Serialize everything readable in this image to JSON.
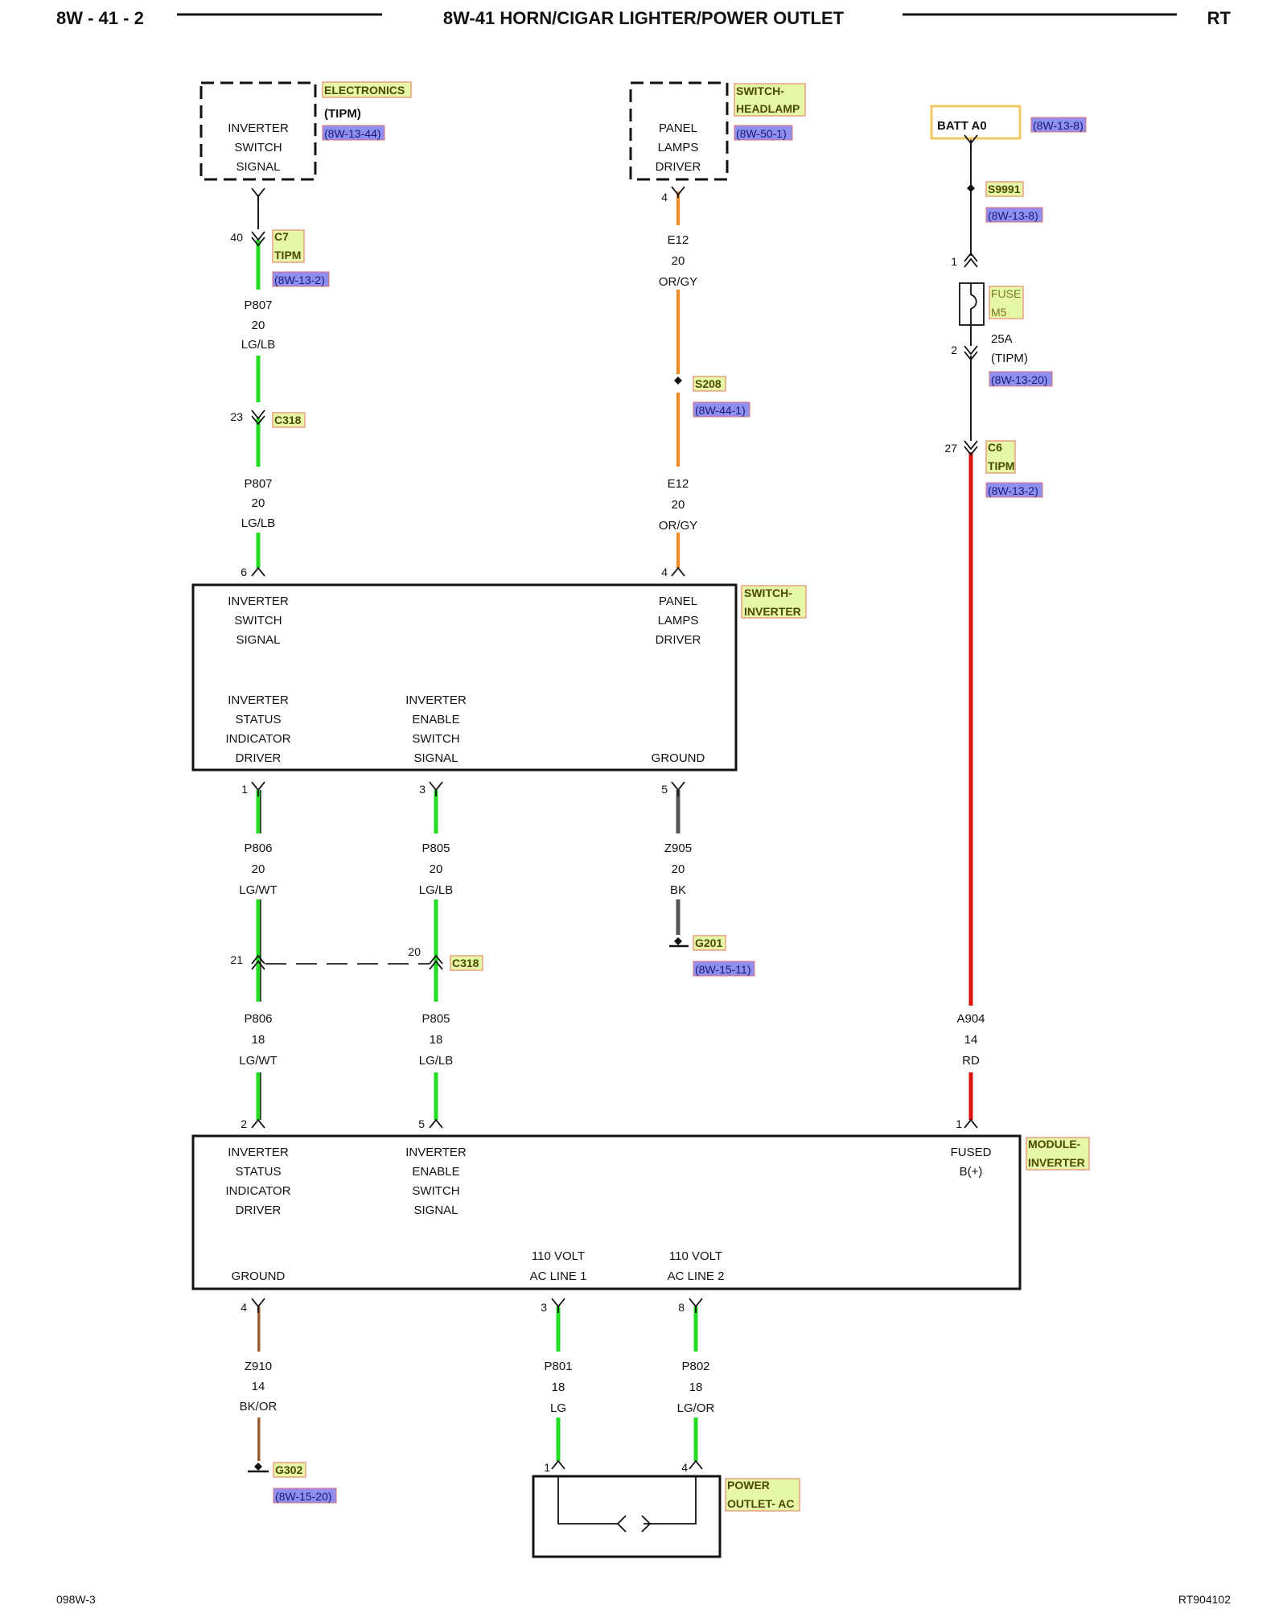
{
  "header": {
    "page_code": "8W - 41 - 2",
    "title": "8W-41 HORN/CIGAR LIGHTER/POWER OUTLET",
    "side": "RT"
  },
  "footer": {
    "left": "098W-3",
    "right": "RT904102"
  },
  "colors": {
    "lg_wire": "#22dd22",
    "or_wire": "#f08a24",
    "rd_wire": "#e01010",
    "bk_wire": "#555555",
    "tag_fill": "#e6f7a8",
    "tag_border": "#e8a080",
    "ref_fill": "#8f8ff0",
    "batt_border": "#f0c860"
  },
  "components": {
    "electronics": {
      "tag": "ELECTRONICS",
      "sub": "(TIPM)",
      "ref": "(8W-13-44)",
      "lines": [
        "INVERTER",
        "SWITCH",
        "SIGNAL"
      ]
    },
    "switch_headlamp": {
      "tag_lines": [
        "SWITCH-",
        "HEADLAMP"
      ],
      "ref": "(8W-50-1)",
      "lines": [
        "PANEL",
        "LAMPS",
        "DRIVER"
      ]
    },
    "batt": {
      "label": "BATT A0",
      "ref": "(8W-13-8)"
    },
    "switch_inverter": {
      "tag_lines": [
        "SWITCH-",
        "INVERTER"
      ],
      "top_left": [
        "INVERTER",
        "SWITCH",
        "SIGNAL"
      ],
      "top_right": [
        "PANEL",
        "LAMPS",
        "DRIVER"
      ],
      "bot_left": [
        "INVERTER",
        "STATUS",
        "INDICATOR",
        "DRIVER"
      ],
      "bot_mid": [
        "INVERTER",
        "ENABLE",
        "SWITCH",
        "SIGNAL"
      ],
      "bot_right": "GROUND"
    },
    "module_inverter": {
      "tag_lines": [
        "MODULE-",
        "INVERTER"
      ],
      "left": [
        "INVERTER",
        "STATUS",
        "INDICATOR",
        "DRIVER"
      ],
      "mid": [
        "INVERTER",
        "ENABLE",
        "SWITCH",
        "SIGNAL"
      ],
      "right": [
        "FUSED",
        "B(+)"
      ],
      "ground": "GROUND",
      "ac1": [
        "110 VOLT",
        "AC LINE 1"
      ],
      "ac2": [
        "110 VOLT",
        "AC LINE 2"
      ]
    },
    "power_outlet": {
      "tag_lines": [
        "POWER",
        "OUTLET- AC"
      ]
    }
  },
  "connectors": {
    "c7": {
      "lines": [
        "C7",
        "TIPM"
      ],
      "ref": "(8W-13-2)",
      "pin": "40"
    },
    "c318_top": {
      "tag": "C318",
      "pin": "23"
    },
    "c318_mid": {
      "tag": "C318",
      "pin_left": "21",
      "pin_right": "20"
    },
    "c6": {
      "lines": [
        "C6",
        "TIPM"
      ],
      "ref": "(8W-13-2)",
      "pin": "27"
    },
    "s208": {
      "tag": "S208",
      "ref": "(8W-44-1)"
    },
    "s9991": {
      "tag": "S9991",
      "ref": "(8W-13-8)"
    },
    "fuse": {
      "lines": [
        "FUSE",
        "M5"
      ],
      "rating": "25A",
      "sub": "(TIPM)",
      "ref": "(8W-13-20)",
      "pin_top": "1",
      "pin_bot": "2"
    },
    "g201": {
      "tag": "G201",
      "ref": "(8W-15-11)"
    },
    "g302": {
      "tag": "G302",
      "ref": "(8W-15-20)"
    }
  },
  "pins": {
    "sh_out": "4",
    "si_p6": "6",
    "si_p4": "4",
    "si_p1": "1",
    "si_p3": "3",
    "si_p5": "5",
    "mi_p2": "2",
    "mi_p5": "5",
    "mi_p1": "1",
    "mi_p4": "4",
    "mi_p3": "3",
    "mi_p8": "8",
    "po_p1": "1",
    "po_p4": "4"
  },
  "wires": {
    "p807_a": [
      "P807",
      "20",
      "LG/LB"
    ],
    "p807_b": [
      "P807",
      "20",
      "LG/LB"
    ],
    "e12_a": [
      "E12",
      "20",
      "OR/GY"
    ],
    "e12_b": [
      "E12",
      "20",
      "OR/GY"
    ],
    "p806_a": [
      "P806",
      "20",
      "LG/WT"
    ],
    "p805_a": [
      "P805",
      "20",
      "LG/LB"
    ],
    "z905": [
      "Z905",
      "20",
      "BK"
    ],
    "p806_b": [
      "P806",
      "18",
      "LG/WT"
    ],
    "p805_b": [
      "P805",
      "18",
      "LG/LB"
    ],
    "a904": [
      "A904",
      "14",
      "RD"
    ],
    "z910": [
      "Z910",
      "14",
      "BK/OR"
    ],
    "p801": [
      "P801",
      "18",
      "LG"
    ],
    "p802": [
      "P802",
      "18",
      "LG/OR"
    ]
  }
}
